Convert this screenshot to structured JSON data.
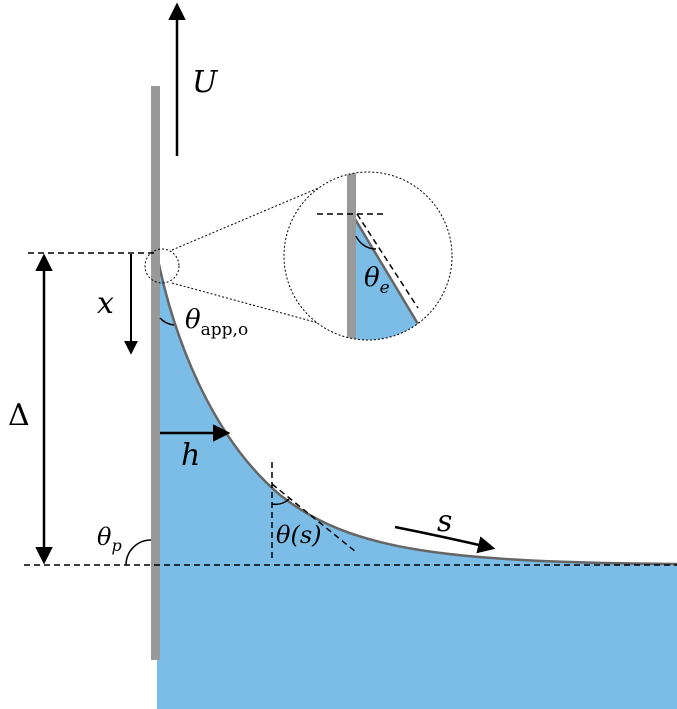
{
  "labels": {
    "velocity": "U",
    "height_coordinate": "x",
    "apparent_angle": "θ",
    "apparent_angle_subscript": "app,o",
    "equilibrium_angle": "θ",
    "equilibrium_angle_subscript": "e",
    "rise_height": "Δ",
    "film_thickness": "h",
    "local_angle": "θ(s)",
    "arc_length": "s",
    "plate_angle": "θ",
    "plate_angle_subscript": "p"
  },
  "colors": {
    "liquid": "#7bbde6",
    "plate": "#999999",
    "interface": "#666666",
    "lines": "#000000"
  }
}
